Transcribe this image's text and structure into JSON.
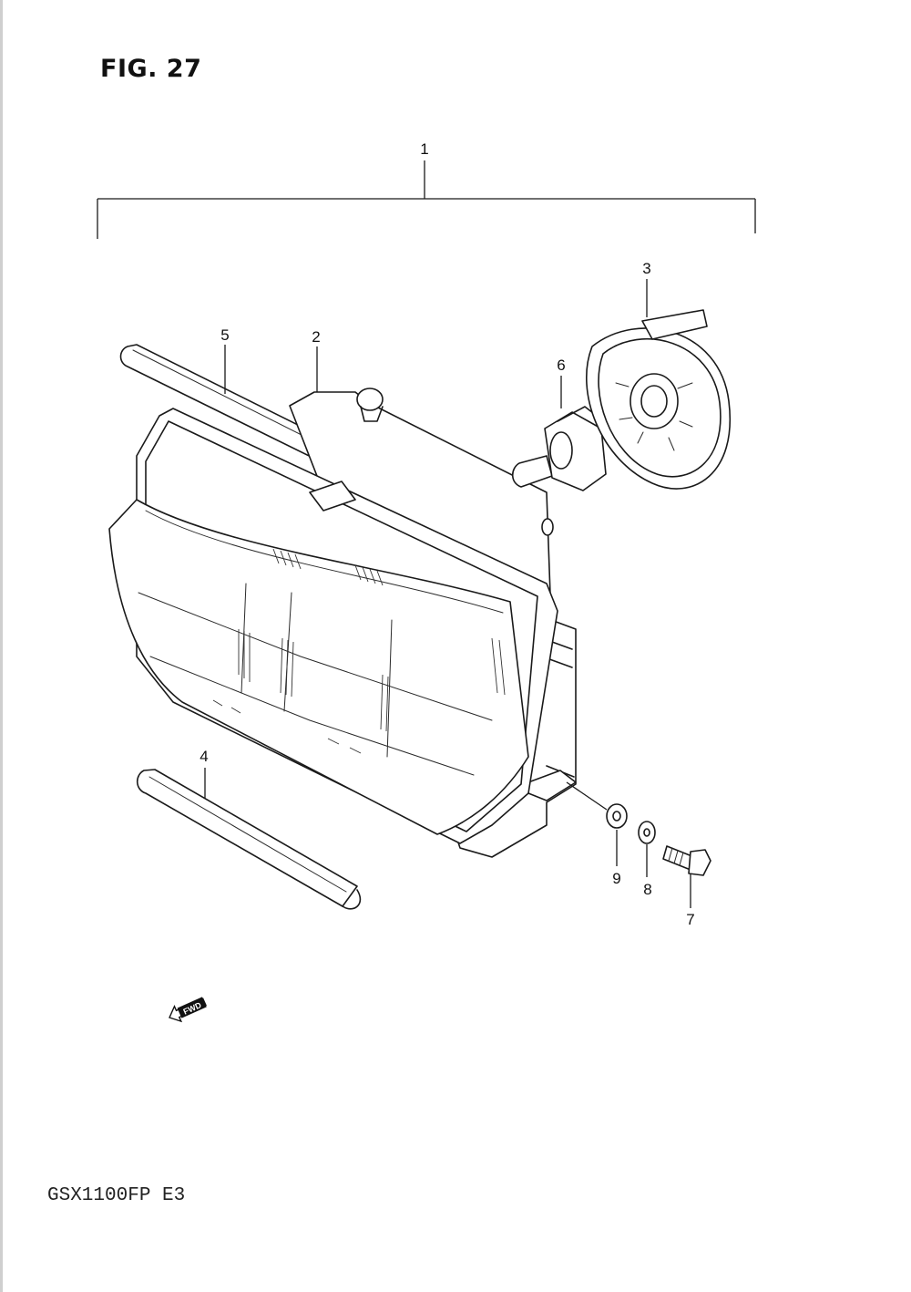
{
  "figure": {
    "title": "FIG. 27",
    "model_code": "GSX1100FP E3",
    "fwd_label": "FWD"
  },
  "callouts": [
    {
      "id": "1",
      "label": "1"
    },
    {
      "id": "2",
      "label": "2"
    },
    {
      "id": "3",
      "label": "3"
    },
    {
      "id": "4",
      "label": "4"
    },
    {
      "id": "5",
      "label": "5"
    },
    {
      "id": "6",
      "label": "6"
    },
    {
      "id": "7",
      "label": "7"
    },
    {
      "id": "8",
      "label": "8"
    },
    {
      "id": "9",
      "label": "9"
    }
  ],
  "colors": {
    "ink": "#1a1a1a",
    "paper": "#ffffff"
  }
}
